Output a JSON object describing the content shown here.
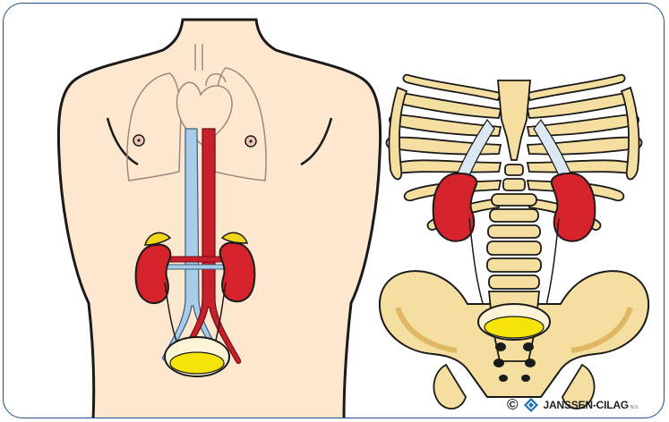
{
  "credit": {
    "copyright_symbol": "©",
    "brand_name": "JANSSEN-CILAG",
    "brand_suffix": "N.V.",
    "logo_icon": "janssen-diamond-logo"
  },
  "colors": {
    "frame_border": "#1f4e8c",
    "skin": "#fde7cf",
    "outline": "#1a1a1a",
    "kidney": "#d6222b",
    "adrenal": "#f2d51c",
    "bladder": "#f5e30a",
    "aorta": "#c8202a",
    "vena_cava": "#a8cde8",
    "bone": "#f5dfa0",
    "bone_shadow": "#e0b865"
  }
}
